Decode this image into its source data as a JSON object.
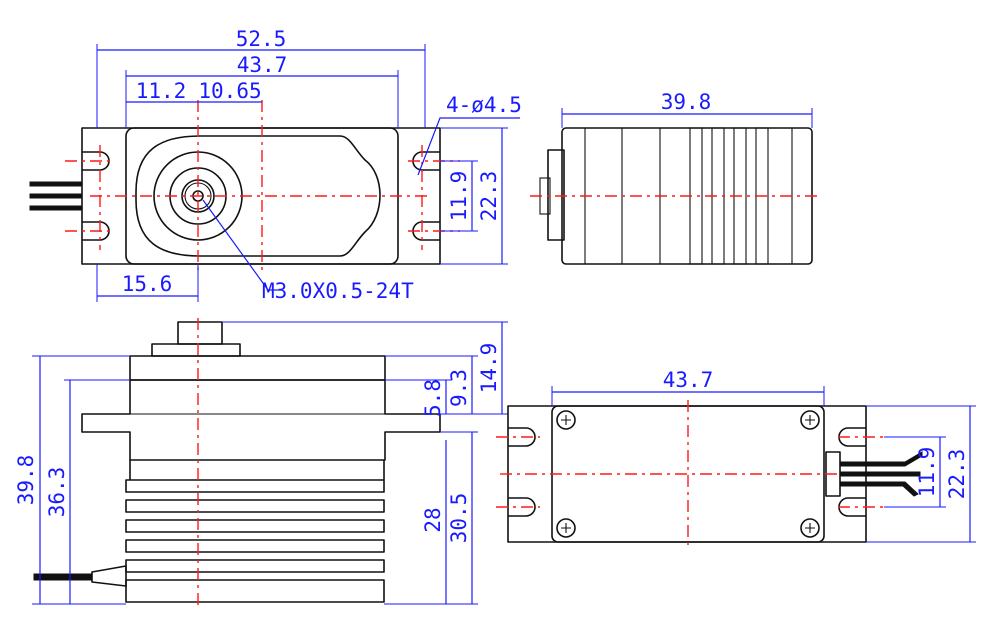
{
  "top_view": {
    "width_overall": "52.5",
    "width_body": "43.7",
    "offset_a": "11.2",
    "offset_b": "10.65",
    "holes": "4-ø4.5",
    "hole_spacing": "11.9",
    "height": "22.3",
    "shaft_offset": "15.6",
    "thread": "M3.0X0.5-24T"
  },
  "end_view": {
    "length": "39.8"
  },
  "side_view": {
    "total_height": "39.8",
    "height_to_flange": "36.3",
    "spline_height": "14.9",
    "top_to_flange": "9.3",
    "flange_thickness": "5.8",
    "lower_height": "30.5",
    "lower_body": "28"
  },
  "bottom_view": {
    "width_body": "43.7",
    "hole_spacing": "11.9",
    "height": "22.3"
  },
  "colors": {
    "outline": "#111111",
    "dimension": "#1a1aff",
    "centerline": "#ff1a1a"
  }
}
